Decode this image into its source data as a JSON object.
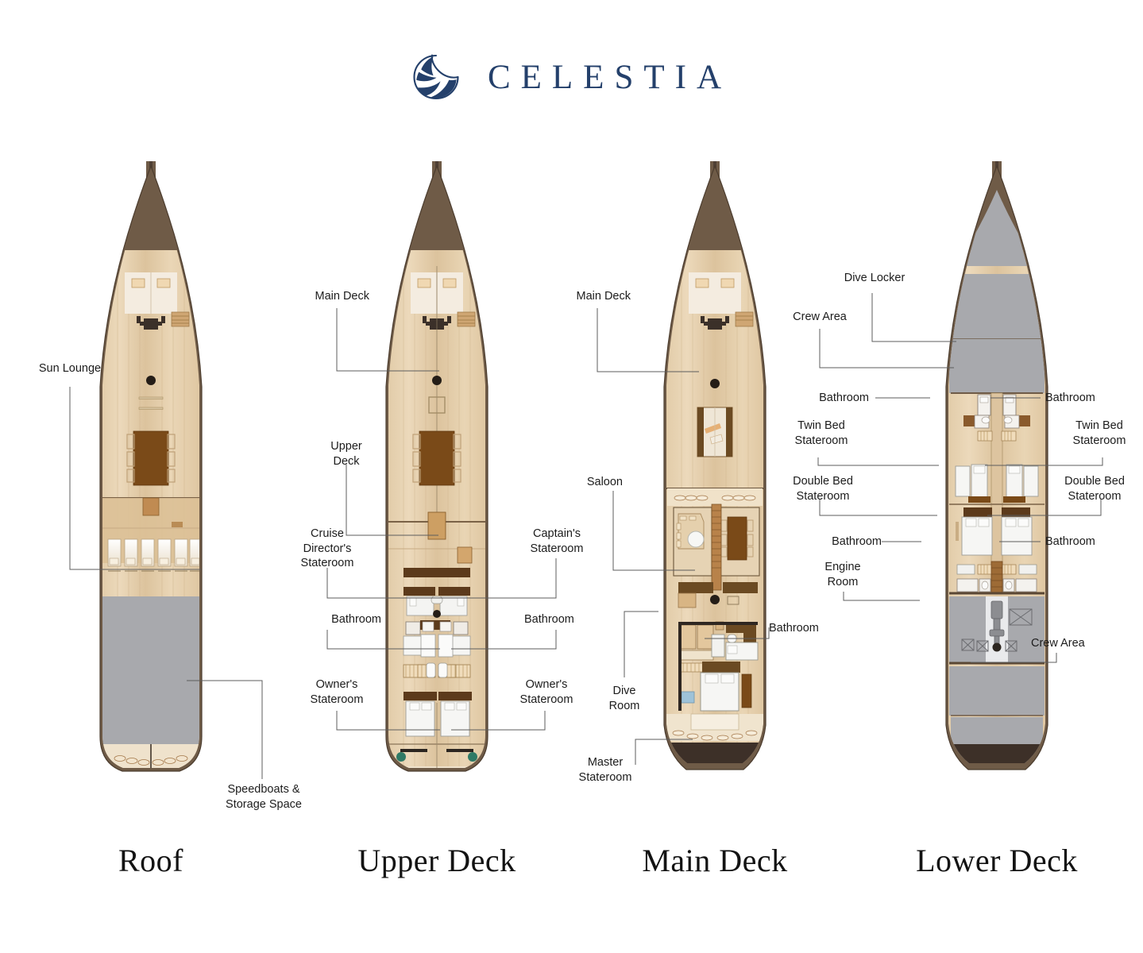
{
  "brand": {
    "name": "CELESTIA",
    "logo_icon": "sail-wave-icon",
    "color": "#24406b"
  },
  "palette": {
    "hull_outline": "#6f5b47",
    "hull_outline_dark": "#3d3028",
    "deck_wood_light": "#e6d2b0",
    "deck_wood_mid": "#d5b98d",
    "deck_wood_dark": "#7a4a18",
    "gray_area": "#a8a9ad",
    "label_text": "#1c1c1c",
    "leader_line": "#5d5d5d"
  },
  "decks": [
    {
      "id": "roof",
      "title": "Roof",
      "labels": [
        {
          "id": "sun-lounge",
          "text": "Sun Lounge"
        },
        {
          "id": "speedboats",
          "text": "Speedboats &\nStorage Space"
        }
      ],
      "features": [
        "bowsprit",
        "crew-seating",
        "dining-table",
        "sun-loungers-6",
        "storage-deck",
        "transom"
      ]
    },
    {
      "id": "upper",
      "title": "Upper Deck",
      "labels": [
        {
          "id": "main-deck",
          "text": "Main Deck"
        },
        {
          "id": "upper-deck",
          "text": "Upper\nDeck"
        },
        {
          "id": "cruise-director",
          "text": "Cruise\nDirector's\nStateroom"
        },
        {
          "id": "captains",
          "text": "Captain's\nStateroom"
        },
        {
          "id": "bathroom-left",
          "text": "Bathroom"
        },
        {
          "id": "bathroom-right",
          "text": "Bathroom"
        },
        {
          "id": "owners-left",
          "text": "Owner's\nStateroom"
        },
        {
          "id": "owners-right",
          "text": "Owner's\nStateroom"
        }
      ],
      "features": [
        "bowsprit",
        "foredeck",
        "dining-table",
        "staterooms",
        "bathrooms",
        "owners-suites",
        "transom"
      ]
    },
    {
      "id": "main",
      "title": "Main Deck",
      "labels": [
        {
          "id": "main-deck",
          "text": "Main Deck"
        },
        {
          "id": "saloon",
          "text": "Saloon"
        },
        {
          "id": "bathroom",
          "text": "Bathroom"
        },
        {
          "id": "dive-room",
          "text": "Dive\nRoom"
        },
        {
          "id": "master",
          "text": "Master\nStateroom"
        }
      ],
      "features": [
        "bowsprit",
        "foredeck",
        "skylight",
        "saloon-lounge",
        "dining",
        "galley",
        "master-suite",
        "dark-transom"
      ]
    },
    {
      "id": "lower",
      "title": "Lower Deck",
      "labels": [
        {
          "id": "dive-locker",
          "text": "Dive Locker"
        },
        {
          "id": "crew-area-fwd",
          "text": "Crew Area"
        },
        {
          "id": "bathroom-tl",
          "text": "Bathroom"
        },
        {
          "id": "bathroom-tr",
          "text": "Bathroom"
        },
        {
          "id": "twin-left",
          "text": "Twin Bed\nStateroom"
        },
        {
          "id": "twin-right",
          "text": "Twin Bed\nStateroom"
        },
        {
          "id": "double-left",
          "text": "Double Bed\nStateroom"
        },
        {
          "id": "double-right",
          "text": "Double Bed\nStateroom"
        },
        {
          "id": "bathroom-bl",
          "text": "Bathroom"
        },
        {
          "id": "bathroom-br",
          "text": "Bathroom"
        },
        {
          "id": "engine-room",
          "text": "Engine\nRoom"
        },
        {
          "id": "crew-area-aft",
          "text": "Crew Area"
        }
      ],
      "features": [
        "dive-locker",
        "crew-fwd",
        "twin-staterooms-2",
        "double-staterooms-2",
        "bathrooms-4",
        "engine-room",
        "crew-aft",
        "dark-transom"
      ]
    }
  ]
}
